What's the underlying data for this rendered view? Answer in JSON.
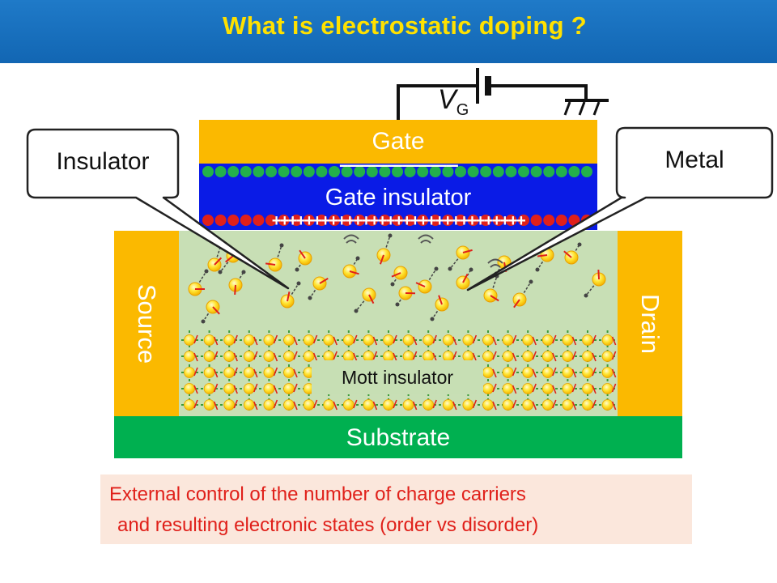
{
  "header": {
    "title": "What is electrostatic doping ?"
  },
  "circuit": {
    "voltage_symbol": "V",
    "voltage_subscript": "G"
  },
  "layers": {
    "gate": "Gate",
    "gate_insulator": "Gate insulator",
    "source": "Source",
    "drain": "Drain",
    "substrate": "Substrate",
    "mott_insulator": "Mott insulator",
    "minus_charges": "------------------------------",
    "plus_charges": "+++++++++++++++++++++++++++++++"
  },
  "callouts": {
    "left": "Insulator",
    "right": "Metal"
  },
  "caption": {
    "line1": "External control of the number of charge carriers",
    "line2": "and resulting electronic states (order vs disorder)"
  },
  "colors": {
    "header": "#1a6fbf",
    "title": "#ffe100",
    "gate": "#fbb900",
    "gate_insulator": "#0a1be6",
    "channel": "#c8dfb5",
    "substrate": "#00b050",
    "caption_text": "#e0201a",
    "caption_bg": "#fbe7dc"
  }
}
